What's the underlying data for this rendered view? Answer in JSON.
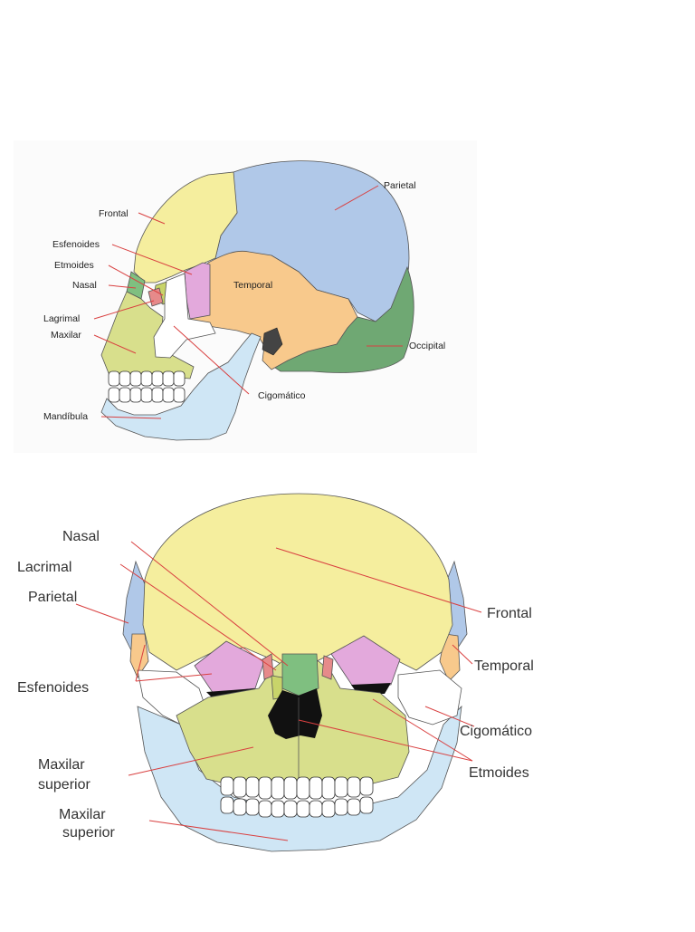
{
  "colors": {
    "frontal": "#f5ee9e",
    "parietal": "#b0c8e8",
    "temporal": "#f8c98c",
    "occipital": "#6fa873",
    "sphenoid": "#e3a9dc",
    "ethmoid": "#c8d46a",
    "nasal": "#7fbf80",
    "lacrimal": "#e68a8a",
    "maxilla": "#d8df8c",
    "mandible": "#cfe6f5",
    "zygomatic": "#ffffff",
    "leader": "#d94040"
  },
  "lateral_view": {
    "labels": {
      "frontal": "Frontal",
      "parietal": "Parietal",
      "esfenoides": "Esfenoides",
      "etmoides": "Etmoides",
      "nasal": "Nasal",
      "temporal": "Temporal",
      "lagrimal": "Lagrimal",
      "maxilar": "Maxilar",
      "occipital": "Occipital",
      "cigomatico": "Cigomático",
      "mandibula": "Mandíbula"
    }
  },
  "frontal_view": {
    "labels": {
      "nasal": "Nasal",
      "lacrimal": "Lacrimal",
      "parietal": "Parietal",
      "frontal": "Frontal",
      "temporal": "Temporal",
      "esfenoides": "Esfenoides",
      "cigomatico": "Cigomático",
      "etmoides": "Etmoides",
      "maxilar_superior_1a": "Maxilar",
      "maxilar_superior_1b": "superior",
      "maxilar_superior_2a": "Maxilar",
      "maxilar_superior_2b": "superior"
    }
  }
}
